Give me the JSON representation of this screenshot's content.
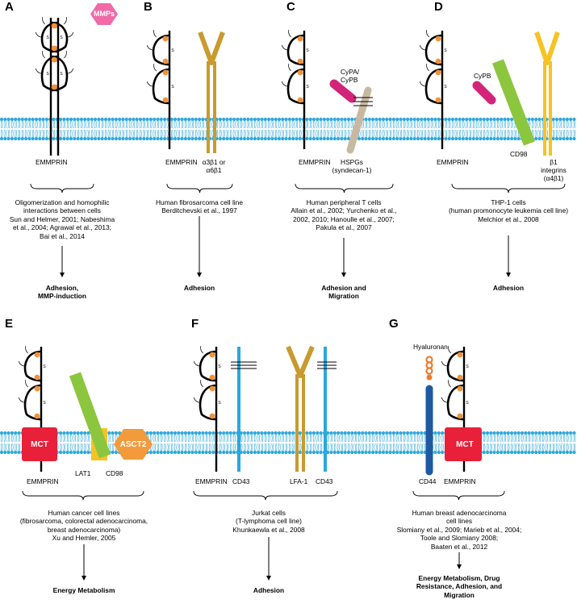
{
  "panels": [
    {
      "letter": "A",
      "labels": {
        "emmprin": "EMMPRIN",
        "mmps": "MMPs"
      },
      "system": [
        "Oligomerization and homophilic",
        "interactions between cells"
      ],
      "refs": [
        "Sun and Helmer, 2001; Nabeshima",
        "et al., 2004; Agrawal et al., 2013;",
        "Bai et al., 2014"
      ],
      "outcome": [
        "Adhesion,",
        "MMP-induction"
      ]
    },
    {
      "letter": "B",
      "labels": {
        "emmprin": "EMMPRIN",
        "integrin": [
          "α3β1 or",
          "α6β1"
        ]
      },
      "system": [
        "Human fibrosarcoma cell line"
      ],
      "refs": [
        "Berditchevski et al., 1997"
      ],
      "outcome": [
        "Adhesion"
      ]
    },
    {
      "letter": "C",
      "labels": {
        "emmprin": "EMMPRIN",
        "cyp": [
          "CyPA/",
          "CyPB"
        ],
        "hspg": [
          "HSPGs",
          "(syndecan-1)"
        ]
      },
      "system": [
        "Human peripheral T cells"
      ],
      "refs": [
        "Allain et al., 2002; Yurchenko et al.,",
        "2002, 2010; Hanoulle et al., 2007;",
        "Pakula et al., 2007"
      ],
      "outcome": [
        "Adhesion and",
        "Migration"
      ]
    },
    {
      "letter": "D",
      "labels": {
        "emmprin": "EMMPRIN",
        "cypb": "CyPB",
        "cd98": "CD98",
        "integrins": [
          "β1",
          "integrins",
          "(α4β1)"
        ]
      },
      "system": [
        "THP-1 cells",
        "(human promonocyte leukemia cell line)"
      ],
      "refs": [
        "Melchior et al., 2008"
      ],
      "outcome": [
        "Adhesion"
      ]
    },
    {
      "letter": "E",
      "labels": {
        "mct": "MCT",
        "asct2": "ASCT2",
        "emmprin": "EMMPRIN",
        "lat1": "LAT1",
        "cd98": "CD98"
      },
      "system": [
        "Human cancer cell lines",
        "(fibrosarcoma, colorectal adenocarcinoma,",
        "breast adenocarcinoma)"
      ],
      "refs": [
        "Xu and Hemler, 2005"
      ],
      "outcome": [
        "Energy Metabolism"
      ]
    },
    {
      "letter": "F",
      "labels": {
        "emmprin": "EMMPRIN",
        "cd43a": "CD43",
        "lfa1": "LFA-1",
        "cd43b": "CD43"
      },
      "system": [
        "Jurkat cells",
        "(T-lymphoma cell line)"
      ],
      "refs": [
        "Khunkaewla et al., 2008"
      ],
      "outcome": [
        "Adhesion"
      ]
    },
    {
      "letter": "G",
      "labels": {
        "hyaluronan": "Hyaluronan",
        "mct": "MCT",
        "cd44": "CD44",
        "emmprin": "EMMPRIN"
      },
      "system": [
        "Human breast adenocarcinoma",
        "cell lines"
      ],
      "refs": [
        "Slomiany et al., 2009; Marieb et al., 2004;",
        "Toole and Slomiany 2008;",
        "Baaten et al., 2012"
      ],
      "outcome": [
        "Energy Metabolism, Drug",
        "Resistance, Adhesion, and",
        "Migration"
      ]
    }
  ],
  "colors": {
    "membrane": "#2ea8dc",
    "tail": "#2ea8dc",
    "loop": "#000000",
    "ss": "#f0923a",
    "mmps": "#f06aa8",
    "integrin_gold": "#c99a2e",
    "integrin_yellow": "#f6c324",
    "cyp": "#d2257a",
    "hspg": "#c7b9a1",
    "cd98": "#8cc63f",
    "mct": "#e8203a",
    "asct2": "#f39a3c",
    "lat1": "#f6c324",
    "cd43": "#2aa7de",
    "cd44": "#1f5aa0",
    "hyaluronan": "#f07a30"
  }
}
